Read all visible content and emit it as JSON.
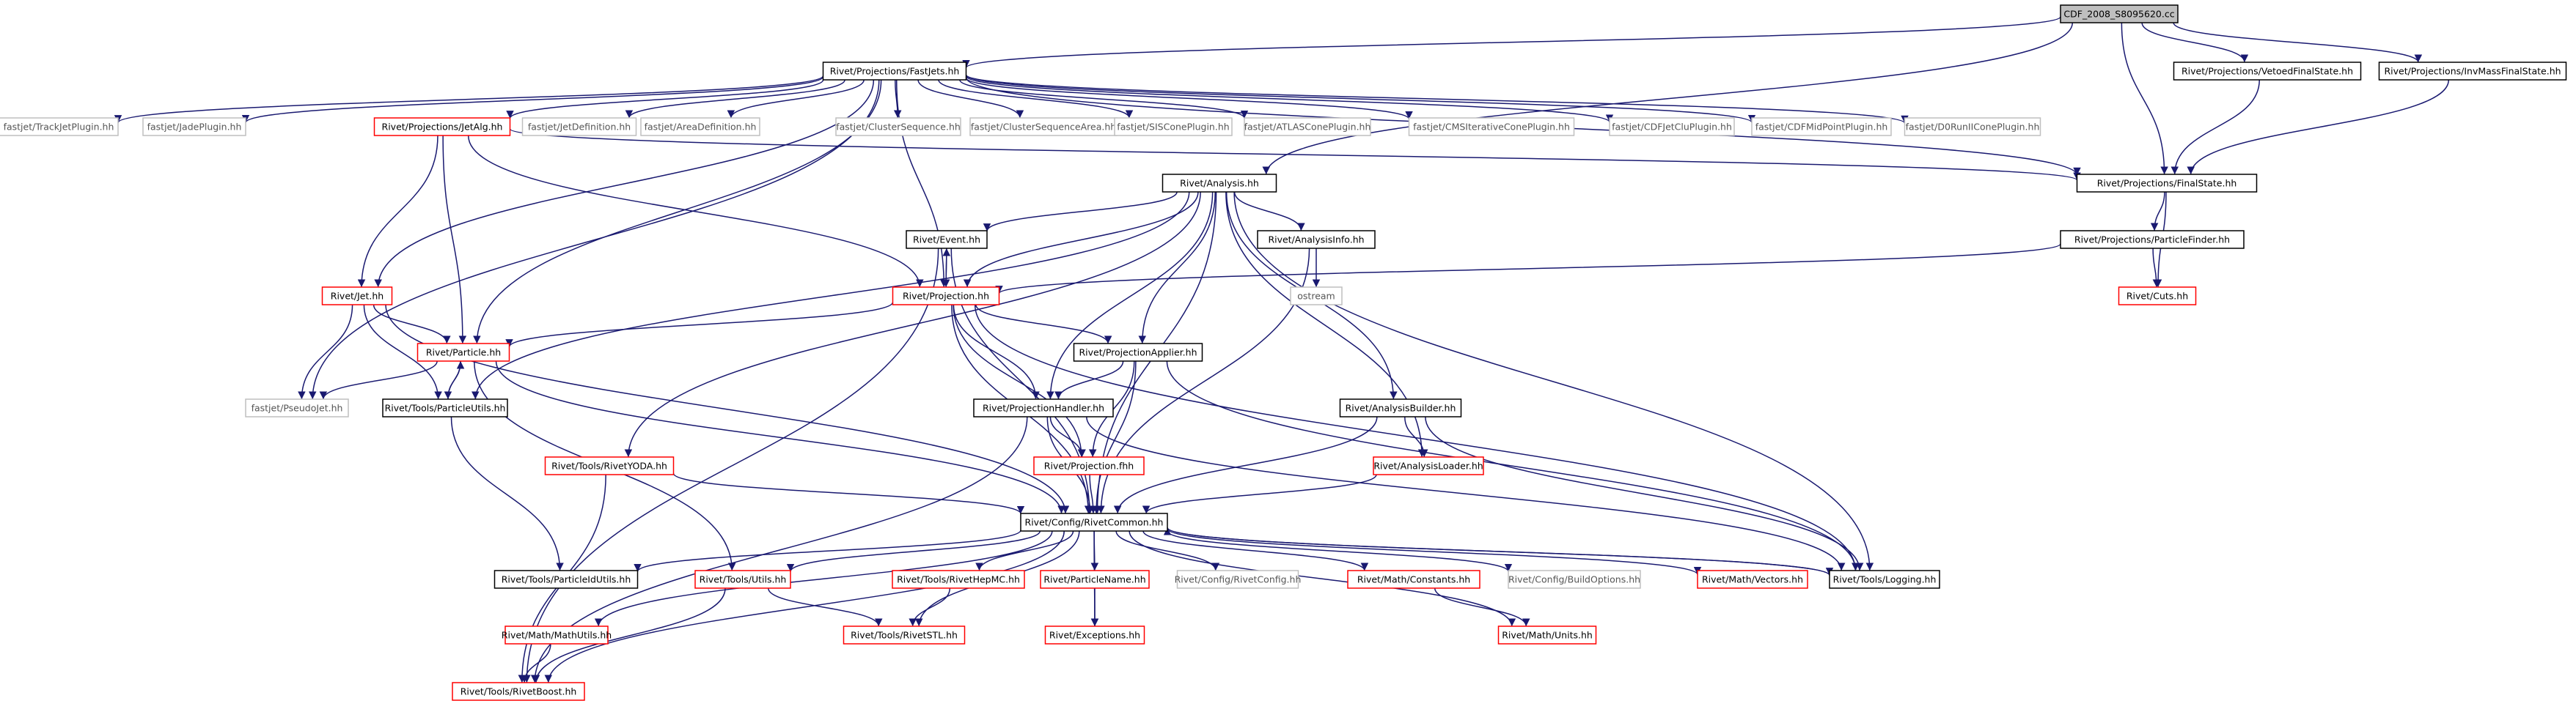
{
  "graph": {
    "colors": {
      "edge": "#191970",
      "root_fill": "#bfbfbf",
      "local_border": "#000000",
      "missing_border": "#ff0000",
      "system_border": "#bfbfbf",
      "system_text": "#555555"
    },
    "nodes": [
      {
        "id": "root",
        "label": "CDF_2008_S8095620.cc",
        "kind": "root"
      },
      {
        "id": "fastjets",
        "label": "Rivet/Projections/FastJets.hh",
        "kind": "local"
      },
      {
        "id": "vetoed",
        "label": "Rivet/Projections/VetoedFinalState.hh",
        "kind": "local"
      },
      {
        "id": "invmass",
        "label": "Rivet/Projections/InvMassFinalState.hh",
        "kind": "local"
      },
      {
        "id": "trackjet",
        "label": "fastjet/TrackJetPlugin.hh",
        "kind": "system"
      },
      {
        "id": "jadeplugin",
        "label": "fastjet/JadePlugin.hh",
        "kind": "system"
      },
      {
        "id": "jetalg",
        "label": "Rivet/Projections/JetAlg.hh",
        "kind": "missing"
      },
      {
        "id": "jetdef",
        "label": "fastjet/JetDefinition.hh",
        "kind": "system"
      },
      {
        "id": "areadef",
        "label": "fastjet/AreaDefinition.hh",
        "kind": "system"
      },
      {
        "id": "clusterseq",
        "label": "fastjet/ClusterSequence.hh",
        "kind": "system"
      },
      {
        "id": "clusterseqarea",
        "label": "fastjet/ClusterSequenceArea.hh",
        "kind": "system"
      },
      {
        "id": "siscone",
        "label": "fastjet/SISConePlugin.hh",
        "kind": "system"
      },
      {
        "id": "atlascone",
        "label": "fastjet/ATLASConePlugin.hh",
        "kind": "system"
      },
      {
        "id": "cmsitcone",
        "label": "fastjet/CMSIterativeConePlugin.hh",
        "kind": "system"
      },
      {
        "id": "cdfjetclu",
        "label": "fastjet/CDFJetCluPlugin.hh",
        "kind": "system"
      },
      {
        "id": "cdfmidpoint",
        "label": "fastjet/CDFMidPointPlugin.hh",
        "kind": "system"
      },
      {
        "id": "d0run",
        "label": "fastjet/D0RunIIConePlugin.hh",
        "kind": "system"
      },
      {
        "id": "analysis",
        "label": "Rivet/Analysis.hh",
        "kind": "local"
      },
      {
        "id": "finalstate",
        "label": "Rivet/Projections/FinalState.hh",
        "kind": "local"
      },
      {
        "id": "event",
        "label": "Rivet/Event.hh",
        "kind": "local"
      },
      {
        "id": "analysisinfo",
        "label": "Rivet/AnalysisInfo.hh",
        "kind": "local"
      },
      {
        "id": "particlefinder",
        "label": "Rivet/Projections/ParticleFinder.hh",
        "kind": "local"
      },
      {
        "id": "jet",
        "label": "Rivet/Jet.hh",
        "kind": "missing"
      },
      {
        "id": "projection",
        "label": "Rivet/Projection.hh",
        "kind": "missing"
      },
      {
        "id": "ostream",
        "label": "ostream",
        "kind": "system"
      },
      {
        "id": "cuts",
        "label": "Rivet/Cuts.hh",
        "kind": "missing"
      },
      {
        "id": "particle",
        "label": "Rivet/Particle.hh",
        "kind": "missing"
      },
      {
        "id": "projapplier",
        "label": "Rivet/ProjectionApplier.hh",
        "kind": "local"
      },
      {
        "id": "pseudojet",
        "label": "fastjet/PseudoJet.hh",
        "kind": "system"
      },
      {
        "id": "particleutils",
        "label": "Rivet/Tools/ParticleUtils.hh",
        "kind": "local"
      },
      {
        "id": "projhandler",
        "label": "Rivet/ProjectionHandler.hh",
        "kind": "local"
      },
      {
        "id": "analysisbuilder",
        "label": "Rivet/AnalysisBuilder.hh",
        "kind": "local"
      },
      {
        "id": "rivetyoda",
        "label": "Rivet/Tools/RivetYODA.hh",
        "kind": "missing"
      },
      {
        "id": "projfhh",
        "label": "Rivet/Projection.fhh",
        "kind": "missing"
      },
      {
        "id": "analysisloader",
        "label": "Rivet/AnalysisLoader.hh",
        "kind": "missing"
      },
      {
        "id": "rivetcommon",
        "label": "Rivet/Config/RivetCommon.hh",
        "kind": "local"
      },
      {
        "id": "particleidutils",
        "label": "Rivet/Tools/ParticleIdUtils.hh",
        "kind": "local"
      },
      {
        "id": "utils",
        "label": "Rivet/Tools/Utils.hh",
        "kind": "missing"
      },
      {
        "id": "rivethepmc",
        "label": "Rivet/Tools/RivetHepMC.hh",
        "kind": "missing"
      },
      {
        "id": "particlename",
        "label": "Rivet/ParticleName.hh",
        "kind": "missing"
      },
      {
        "id": "rivetconfig",
        "label": "Rivet/Config/RivetConfig.hh",
        "kind": "system"
      },
      {
        "id": "constants",
        "label": "Rivet/Math/Constants.hh",
        "kind": "missing"
      },
      {
        "id": "buildoptions",
        "label": "Rivet/Config/BuildOptions.hh",
        "kind": "system"
      },
      {
        "id": "vectors",
        "label": "Rivet/Math/Vectors.hh",
        "kind": "missing"
      },
      {
        "id": "logging",
        "label": "Rivet/Tools/Logging.hh",
        "kind": "local"
      },
      {
        "id": "mathutils",
        "label": "Rivet/Math/MathUtils.hh",
        "kind": "missing"
      },
      {
        "id": "rivetstl",
        "label": "Rivet/Tools/RivetSTL.hh",
        "kind": "missing"
      },
      {
        "id": "exceptions",
        "label": "Rivet/Exceptions.hh",
        "kind": "missing"
      },
      {
        "id": "units",
        "label": "Rivet/Math/Units.hh",
        "kind": "missing"
      },
      {
        "id": "rivetboost",
        "label": "Rivet/Tools/RivetBoost.hh",
        "kind": "missing"
      }
    ],
    "edges": [
      [
        "root",
        "fastjets"
      ],
      [
        "root",
        "vetoed"
      ],
      [
        "root",
        "invmass"
      ],
      [
        "root",
        "analysis"
      ],
      [
        "root",
        "finalstate"
      ],
      [
        "fastjets",
        "trackjet"
      ],
      [
        "fastjets",
        "jadeplugin"
      ],
      [
        "fastjets",
        "jetalg"
      ],
      [
        "fastjets",
        "jetdef"
      ],
      [
        "fastjets",
        "areadef"
      ],
      [
        "fastjets",
        "clusterseq"
      ],
      [
        "fastjets",
        "clusterseqarea"
      ],
      [
        "fastjets",
        "siscone"
      ],
      [
        "fastjets",
        "atlascone"
      ],
      [
        "fastjets",
        "cmsitcone"
      ],
      [
        "fastjets",
        "cdfjetclu"
      ],
      [
        "fastjets",
        "cdfmidpoint"
      ],
      [
        "fastjets",
        "d0run"
      ],
      [
        "fastjets",
        "finalstate"
      ],
      [
        "fastjets",
        "jet"
      ],
      [
        "fastjets",
        "particle"
      ],
      [
        "fastjets",
        "pseudojet"
      ],
      [
        "fastjets",
        "projection"
      ],
      [
        "vetoed",
        "finalstate"
      ],
      [
        "invmass",
        "finalstate"
      ],
      [
        "jetalg",
        "finalstate"
      ],
      [
        "jetalg",
        "jet"
      ],
      [
        "jetalg",
        "particle"
      ],
      [
        "jetalg",
        "projection"
      ],
      [
        "finalstate",
        "particlefinder"
      ],
      [
        "finalstate",
        "cuts"
      ],
      [
        "particlefinder",
        "projection"
      ],
      [
        "particlefinder",
        "cuts"
      ],
      [
        "analysis",
        "event"
      ],
      [
        "analysis",
        "analysisinfo"
      ],
      [
        "analysis",
        "projection"
      ],
      [
        "analysis",
        "projapplier"
      ],
      [
        "analysis",
        "projhandler"
      ],
      [
        "analysis",
        "analysisbuilder"
      ],
      [
        "analysis",
        "analysisloader"
      ],
      [
        "analysis",
        "rivetyoda"
      ],
      [
        "analysis",
        "rivetcommon"
      ],
      [
        "analysis",
        "logging"
      ],
      [
        "analysis",
        "particleutils"
      ],
      [
        "event",
        "projection"
      ],
      [
        "event",
        "rivetcommon"
      ],
      [
        "event",
        "rivetboost"
      ],
      [
        "projection",
        "event"
      ],
      [
        "projection",
        "particle"
      ],
      [
        "projection",
        "projapplier"
      ],
      [
        "projection",
        "projhandler"
      ],
      [
        "projection",
        "projfhh"
      ],
      [
        "projection",
        "rivetcommon"
      ],
      [
        "projection",
        "logging"
      ],
      [
        "analysisinfo",
        "ostream"
      ],
      [
        "analysisinfo",
        "rivetcommon"
      ],
      [
        "jet",
        "particle"
      ],
      [
        "jet",
        "pseudojet"
      ],
      [
        "jet",
        "particleutils"
      ],
      [
        "jet",
        "rivetcommon"
      ],
      [
        "particle",
        "pseudojet"
      ],
      [
        "particle",
        "particleutils"
      ],
      [
        "particle",
        "rivetcommon"
      ],
      [
        "particle",
        "utils"
      ],
      [
        "particleutils",
        "particle"
      ],
      [
        "particleutils",
        "particleidutils"
      ],
      [
        "projapplier",
        "projhandler"
      ],
      [
        "projapplier",
        "projfhh"
      ],
      [
        "projapplier",
        "rivetcommon"
      ],
      [
        "projapplier",
        "logging"
      ],
      [
        "projhandler",
        "projfhh"
      ],
      [
        "projhandler",
        "rivetcommon"
      ],
      [
        "projhandler",
        "logging"
      ],
      [
        "projhandler",
        "rivetboost"
      ],
      [
        "analysisbuilder",
        "analysisloader"
      ],
      [
        "analysisbuilder",
        "rivetcommon"
      ],
      [
        "analysisbuilder",
        "logging"
      ],
      [
        "analysisloader",
        "rivetcommon"
      ],
      [
        "rivetyoda",
        "rivetcommon"
      ],
      [
        "rivetyoda",
        "rivetboost"
      ],
      [
        "projfhh",
        "rivetcommon"
      ],
      [
        "rivetcommon",
        "particleidutils"
      ],
      [
        "rivetcommon",
        "utils"
      ],
      [
        "rivetcommon",
        "rivethepmc"
      ],
      [
        "rivetcommon",
        "particlename"
      ],
      [
        "rivetcommon",
        "rivetconfig"
      ],
      [
        "rivetcommon",
        "constants"
      ],
      [
        "rivetcommon",
        "buildoptions"
      ],
      [
        "rivetcommon",
        "vectors"
      ],
      [
        "rivetcommon",
        "logging"
      ],
      [
        "rivetcommon",
        "mathutils"
      ],
      [
        "rivetcommon",
        "rivetstl"
      ],
      [
        "rivetcommon",
        "exceptions"
      ],
      [
        "rivetcommon",
        "units"
      ],
      [
        "rivetcommon",
        "rivetboost"
      ],
      [
        "logging",
        "rivetcommon"
      ],
      [
        "utils",
        "rivetstl"
      ],
      [
        "utils",
        "rivetboost"
      ],
      [
        "rivethepmc",
        "rivetstl"
      ],
      [
        "particlename",
        "exceptions"
      ],
      [
        "mathutils",
        "rivetboost"
      ],
      [
        "constants",
        "units"
      ]
    ]
  }
}
